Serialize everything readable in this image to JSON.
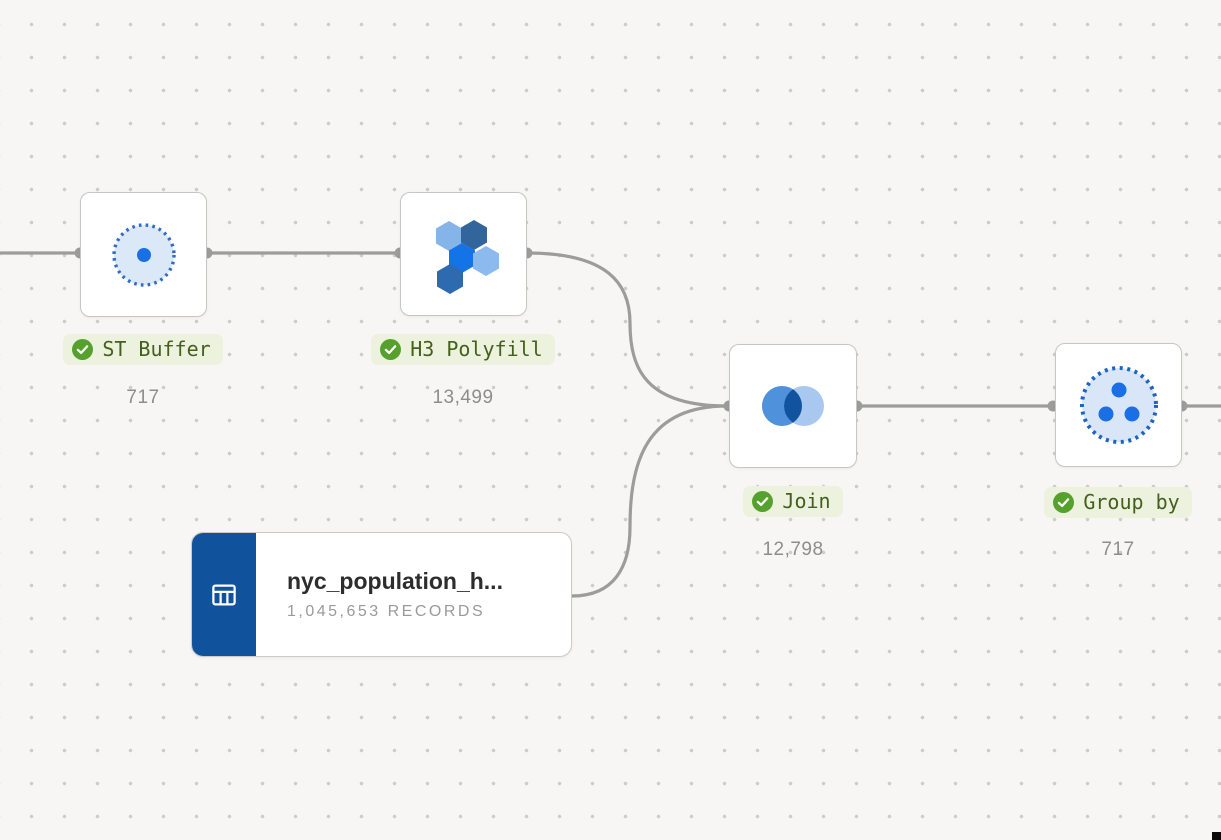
{
  "app": {
    "type": "workflow-canvas"
  },
  "nodes": [
    {
      "id": "st-buffer",
      "label": "ST Buffer",
      "count": "717",
      "icon": "buffer-icon",
      "status": "completed"
    },
    {
      "id": "h3-polyfill",
      "label": "H3 Polyfill",
      "count": "13,499",
      "icon": "h3-polyfill-icon",
      "status": "completed"
    },
    {
      "id": "join",
      "label": "Join",
      "count": "12,798",
      "icon": "join-venn-icon",
      "status": "completed"
    },
    {
      "id": "group-by",
      "label": "Group by",
      "count": "717",
      "icon": "group-by-icon",
      "status": "completed"
    }
  ],
  "source_table": {
    "id": "source-table",
    "title": "nyc_population_h...",
    "records_label": "1,045,653 RECORDS",
    "icon": "table-icon"
  },
  "colors": {
    "canvas_bg": "#f7f6f4",
    "grid_dot": "#cfcdca",
    "edge_gray": "#9c9c9c",
    "card_border": "#c7c6c3",
    "status_pill_bg": "#edf2df",
    "status_text": "#44601c",
    "status_check_green": "#56a12e",
    "count_text": "#8d8d8d",
    "accent_blue": "#1a6fe4",
    "icon_fill_light_blue": "#dbe8f8",
    "table_badge_blue": "#11529d",
    "venn_left": "#4f91da",
    "venn_right": "#a9c8ef",
    "venn_overlap": "#11539e"
  }
}
